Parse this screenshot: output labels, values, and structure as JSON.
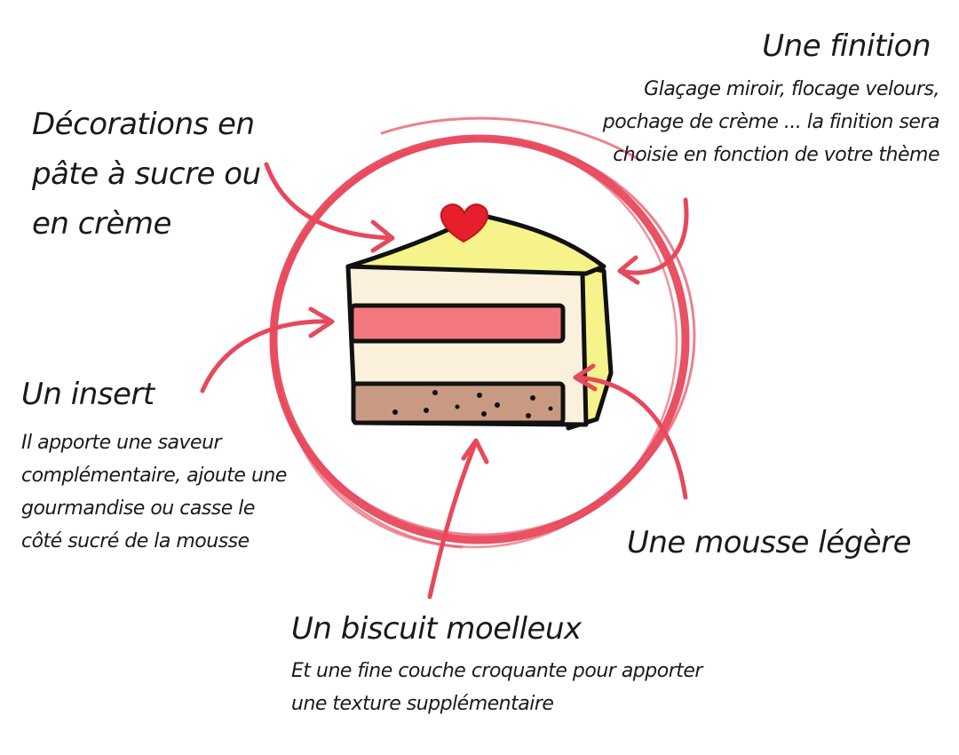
{
  "labels": {
    "decorations": {
      "title": "Décorations en pâte à sucre ou en crème"
    },
    "finition": {
      "title": "Une finition",
      "description": "Glaçage miroir, flocage velours, pochage de crème ... la finition sera choisie en fonction de votre thème"
    },
    "insert": {
      "title": "Un insert",
      "description": "Il apporte une saveur complémentaire, ajoute une gourmandise ou casse le côté sucré de la mousse"
    },
    "mousse": {
      "title": "Une mousse légère"
    },
    "biscuit": {
      "title": "Un biscuit moelleux",
      "description": "Et une fine couche croquante pour apporter une texture supplémentaire"
    }
  },
  "colors": {
    "accent": "#e8485c",
    "glaze": "#f6f38a",
    "mousse": "#fbf0dc",
    "insert": "#f4797f",
    "biscuit": "#c99a82",
    "heart": "#e5202c",
    "outline": "#111111",
    "text": "#1a1a1a"
  }
}
